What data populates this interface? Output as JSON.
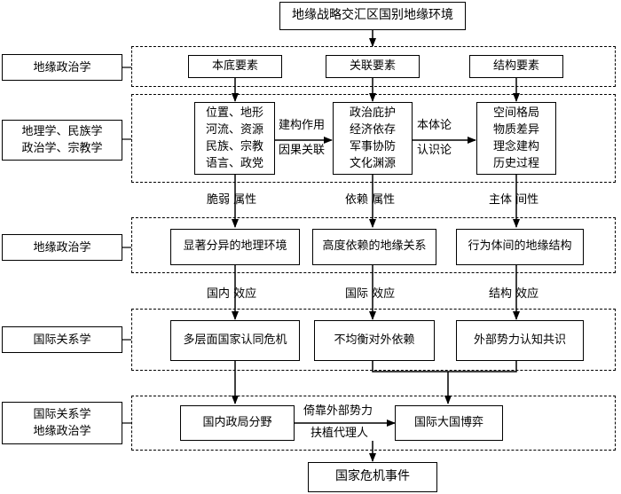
{
  "title": "地缘战略交汇区国别地缘环境",
  "disciplines": {
    "row1": "地缘政治学",
    "row2": "地理学、民族学\n政治学、宗教学",
    "row3": "地缘政治学",
    "row4": "国际关系学",
    "row5": "国际关系学\n地缘政治学"
  },
  "elements": {
    "base": "本底要素",
    "relation": "关联要素",
    "structure": "结构要素"
  },
  "details": {
    "base": "位置、地形\n河流、资源\n民族、宗教\n语言、政党",
    "relation": "政治庇护\n经济依存\n军事协防\n文化渊源",
    "structure": "空间格局\n物质差异\n理念建构\n历史过程"
  },
  "links": {
    "construct": "建构作用",
    "causal": "因果关联",
    "ontology": "本体论",
    "epistemology": "认识论"
  },
  "attributes": {
    "fragile": "脆弱 属性",
    "dependent": "依赖 属性",
    "intersubjective": "主体 间性"
  },
  "states": {
    "geo_env": "显著分异的地理环境",
    "geo_rel": "高度依赖的地缘关系",
    "geo_struct": "行为体间的地缘结构"
  },
  "effects": {
    "domestic": "国内 效应",
    "international": "国际 效应",
    "structural": "结构 效应"
  },
  "crises": {
    "identity": "多层面国家认同危机",
    "dependence": "不均衡对外依赖",
    "cognition": "外部势力认知共识"
  },
  "outcomes": {
    "domestic": "国内政局分野",
    "powers": "国际大国博弈",
    "rely": "倚靠外部势力",
    "proxy": "扶植代理人"
  },
  "final": "国家危机事件"
}
